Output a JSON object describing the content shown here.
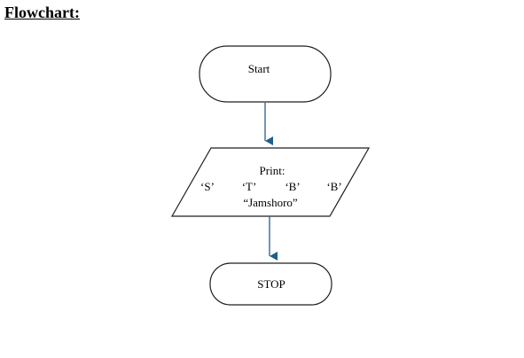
{
  "title": "Flowchart:",
  "nodes": {
    "start": {
      "label": "Start"
    },
    "print": {
      "heading": "Print:",
      "items": [
        "‘S’",
        "‘T’",
        "‘B’",
        "‘B’"
      ],
      "footer": "“Jamshoro”"
    },
    "stop": {
      "label": "STOP"
    }
  },
  "colors": {
    "stroke": "#1f1f1f",
    "arrow": "#1f5f8b",
    "text": "#000000"
  }
}
